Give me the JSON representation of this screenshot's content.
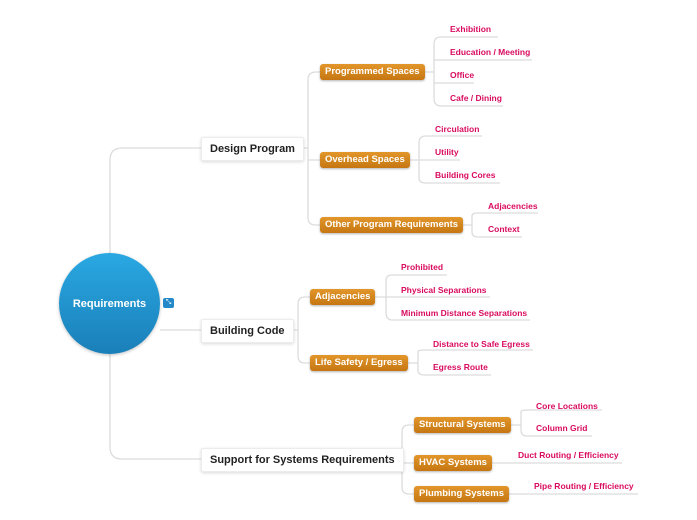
{
  "root": {
    "label": "Requirements",
    "expand_icon": "expand-collapse-icon"
  },
  "branches": [
    {
      "label": "Design Program",
      "children": [
        {
          "label": "Programmed Spaces",
          "children": [
            "Exhibition",
            "Education / Meeting",
            "Office",
            "Cafe / Dining"
          ]
        },
        {
          "label": "Overhead Spaces",
          "children": [
            "Circulation",
            "Utility",
            "Building Cores"
          ]
        },
        {
          "label": "Other Program Requirements",
          "children": [
            "Adjacencies",
            "Context"
          ]
        }
      ]
    },
    {
      "label": "Building Code",
      "children": [
        {
          "label": "Adjacencies",
          "children": [
            "Prohibited",
            "Physical Separations",
            "Minimum Distance Separations"
          ]
        },
        {
          "label": "Life Safety / Egress",
          "children": [
            "Distance to Safe Egress",
            "Egress Route"
          ]
        }
      ]
    },
    {
      "label": "Support for Systems Requirements",
      "children": [
        {
          "label": "Structural Systems",
          "children": [
            "Core Locations",
            "Column Grid"
          ]
        },
        {
          "label": "HVAC Systems",
          "children": [
            "Duct Routing / Efficiency"
          ]
        },
        {
          "label": "Plumbing Systems",
          "children": [
            "Pipe Routing / Efficiency"
          ]
        }
      ]
    }
  ],
  "colors": {
    "root": "#1f93d0",
    "level2": "#d4871c",
    "leaf_text": "#d90b5f",
    "connector": "#dcdcdc"
  }
}
